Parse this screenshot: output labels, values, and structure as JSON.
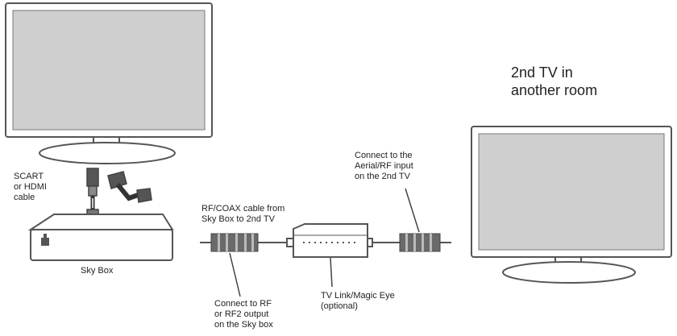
{
  "labels": {
    "second_tv": "2nd TV in\nanother room",
    "scart_cable": "SCART\nor HDMI\ncable",
    "rf_cable": "RF/COAX cable from\nSky Box to 2nd TV",
    "connect_aerial": "Connect to the\nAerial/RF input\non the 2nd TV",
    "sky_box": "Sky Box",
    "connect_rf": "Connect to RF\nor RF2 output\non the Sky box",
    "tv_link": "TV Link/Magic Eye\n(optional)"
  },
  "colors": {
    "outline": "#555555",
    "screen": "#cfcfcf",
    "frame": "#ffffff",
    "connector": "#6a6a6a"
  }
}
